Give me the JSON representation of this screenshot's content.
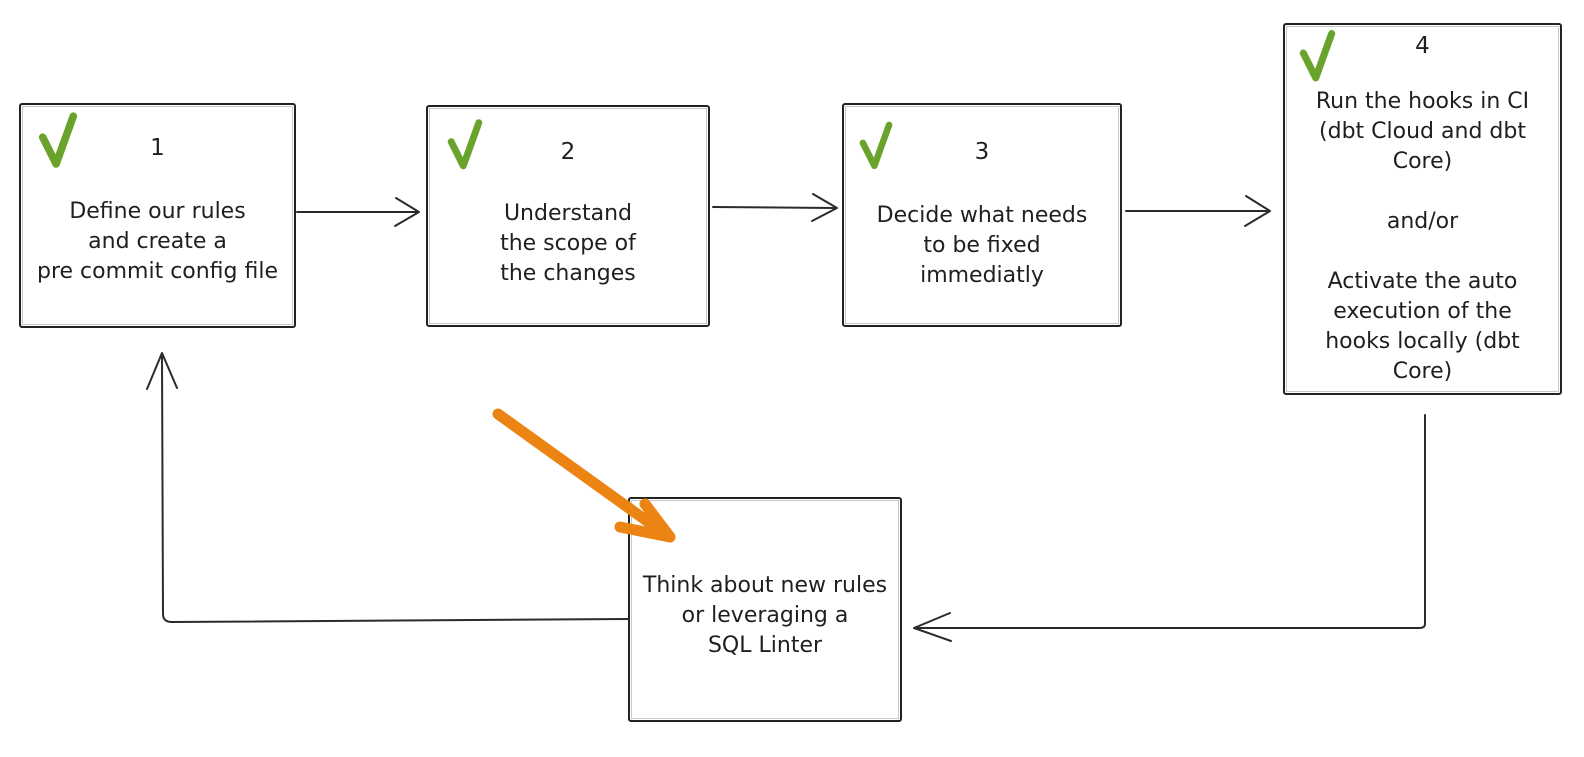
{
  "colors": {
    "background": "#ffffff",
    "box_stroke": "#222222",
    "check_green": "#6aa32b",
    "arrow_black": "#2b2b2b",
    "annotation_orange": "#ec8413"
  },
  "nodes": [
    {
      "id": "step-1",
      "number": "1",
      "checked": true,
      "text": "Define our rules\nand create a\npre commit config file"
    },
    {
      "id": "step-2",
      "number": "2",
      "checked": true,
      "text": "Understand\nthe scope of\nthe changes"
    },
    {
      "id": "step-3",
      "number": "3",
      "checked": true,
      "text": "Decide what needs\nto be fixed\nimmediatly"
    },
    {
      "id": "step-4",
      "number": "4",
      "checked": true,
      "text": "Run the hooks in CI\n(dbt Cloud and dbt\nCore)\n\nand/or\n\nActivate the auto\nexecution of the\nhooks locally (dbt\nCore)"
    },
    {
      "id": "review",
      "number": "",
      "checked": false,
      "text": "Think about new rules\nor leveraging a\nSQL Linter"
    }
  ],
  "edges": [
    {
      "from": "step-1",
      "to": "step-2"
    },
    {
      "from": "step-2",
      "to": "step-3"
    },
    {
      "from": "step-3",
      "to": "step-4"
    },
    {
      "from": "step-4",
      "to": "review"
    },
    {
      "from": "review",
      "to": "step-1"
    }
  ],
  "annotation_arrow": {
    "points_to": "review",
    "color": "#ec8413"
  }
}
